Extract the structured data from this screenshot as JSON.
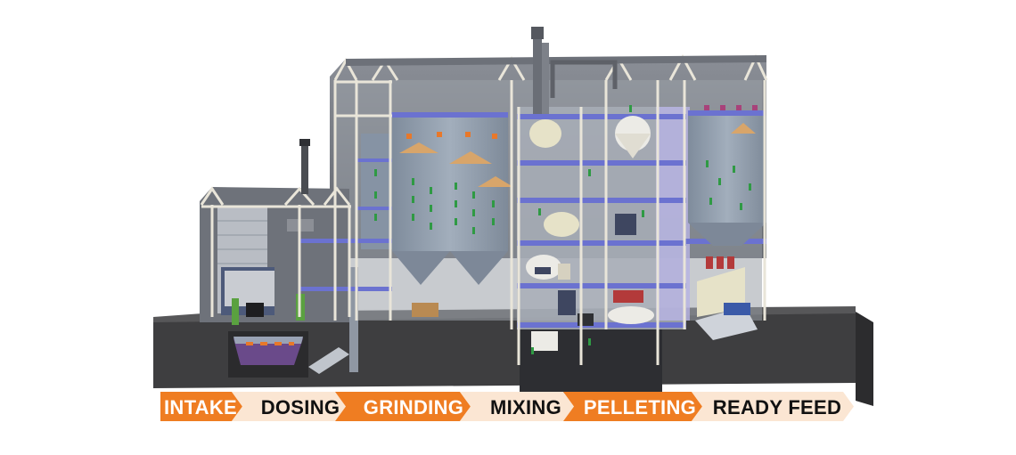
{
  "stages": [
    {
      "label": "INTAKE",
      "style": "orange"
    },
    {
      "label": "DOSING",
      "style": "white"
    },
    {
      "label": "GRINDING",
      "style": "orange"
    },
    {
      "label": "MIXING",
      "style": "white"
    },
    {
      "label": "PELLETING",
      "style": "orange"
    },
    {
      "label": "READY FEED",
      "style": "white"
    }
  ],
  "colors": {
    "orange": "#ef7d22",
    "chevron_light": "#fbe6d3",
    "ground": "#3c3c3e",
    "frame": "#e9e5d9",
    "silo": "#8e9bab",
    "roof": "#7a7f88",
    "floor": "#6b72d0",
    "flow_green": "#2f9a44",
    "flow_orange": "#e8782a"
  }
}
